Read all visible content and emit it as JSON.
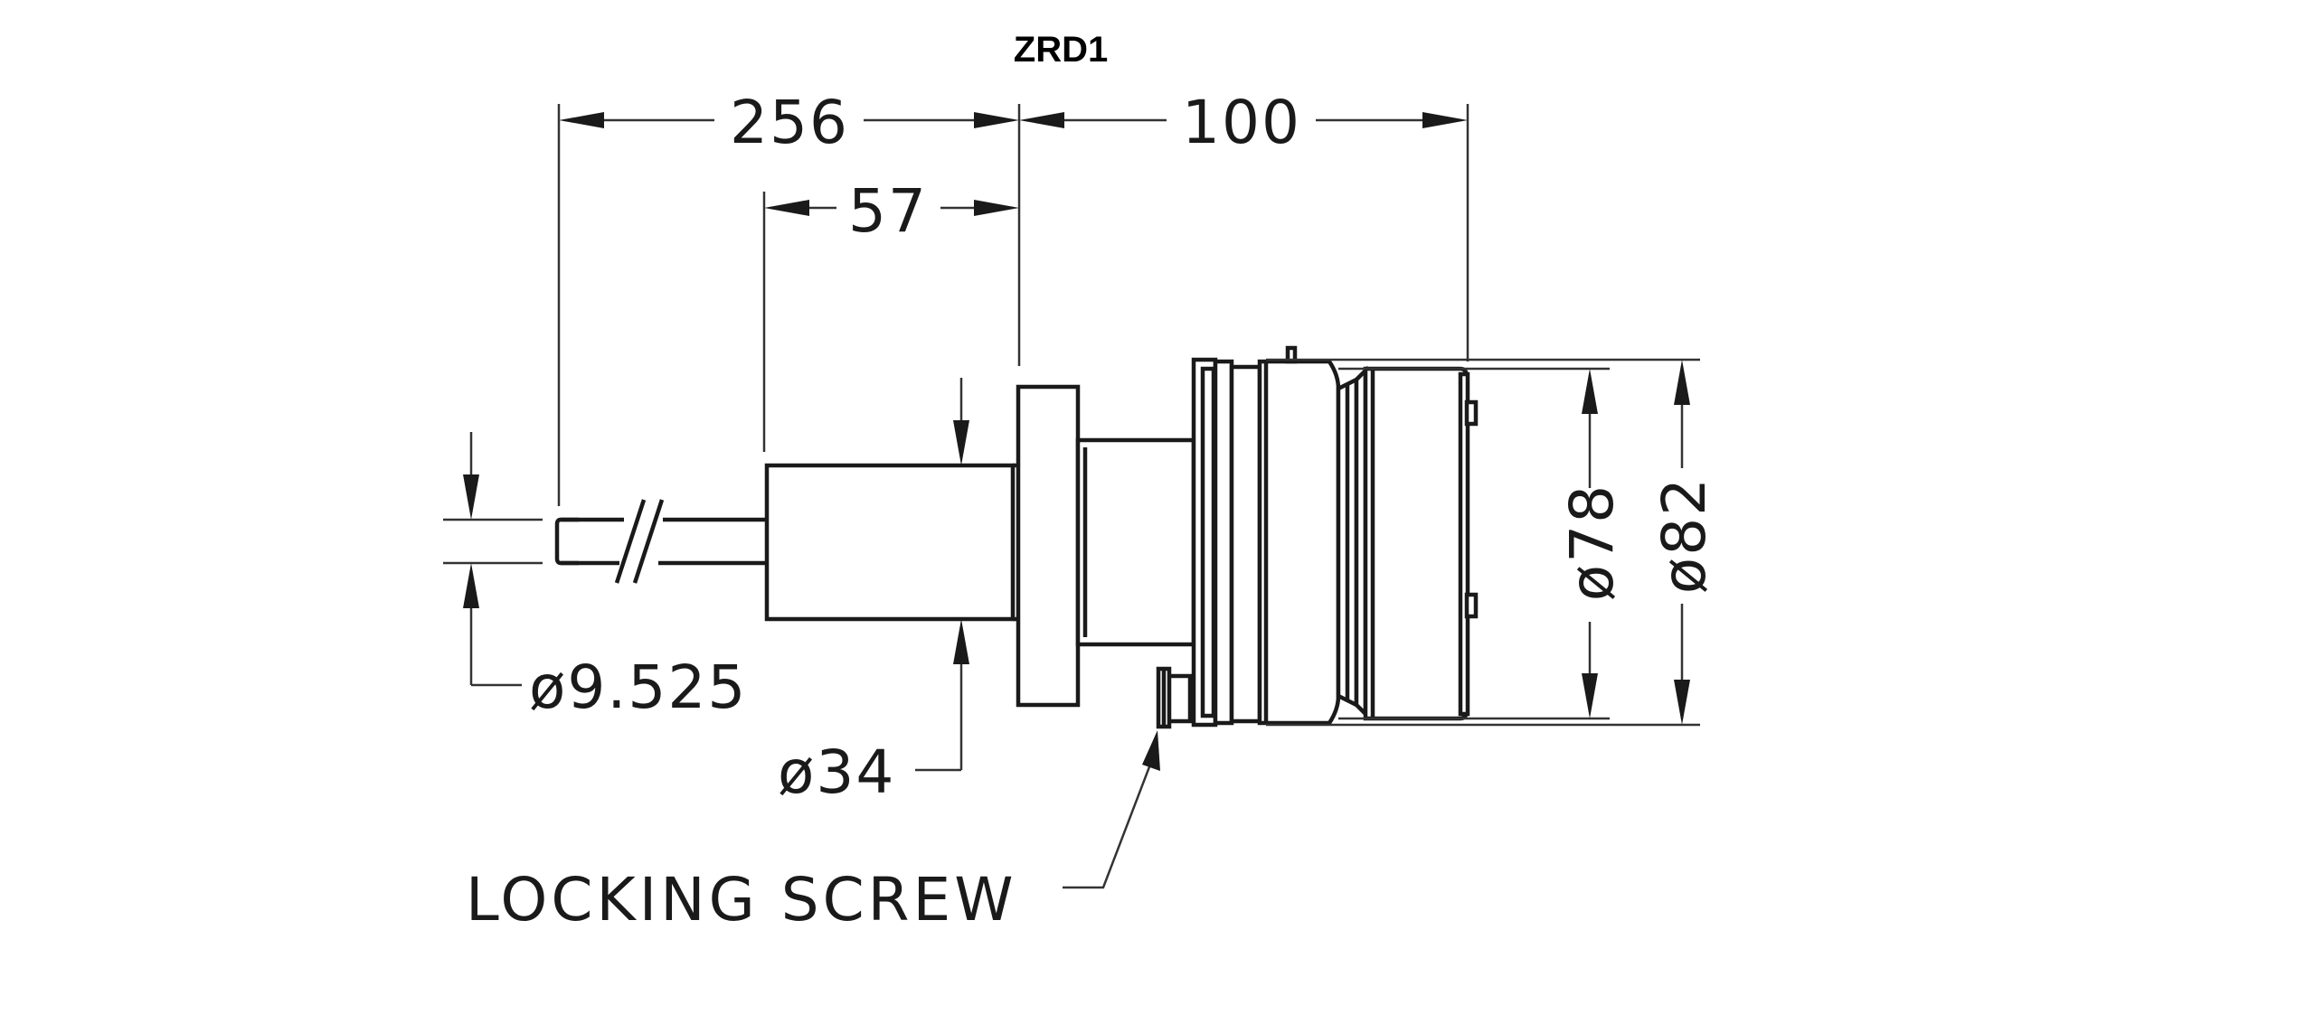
{
  "title": "ZRD1",
  "dimensions": {
    "overall_length": "256",
    "housing_length": "57",
    "head_length": "100",
    "bore_diameter": "ø78",
    "outer_diameter": "ø82",
    "shaft_diameter": "ø9.525",
    "body_diameter": "ø34"
  },
  "annotations": {
    "locking_screw": "LOCKING SCREW"
  }
}
